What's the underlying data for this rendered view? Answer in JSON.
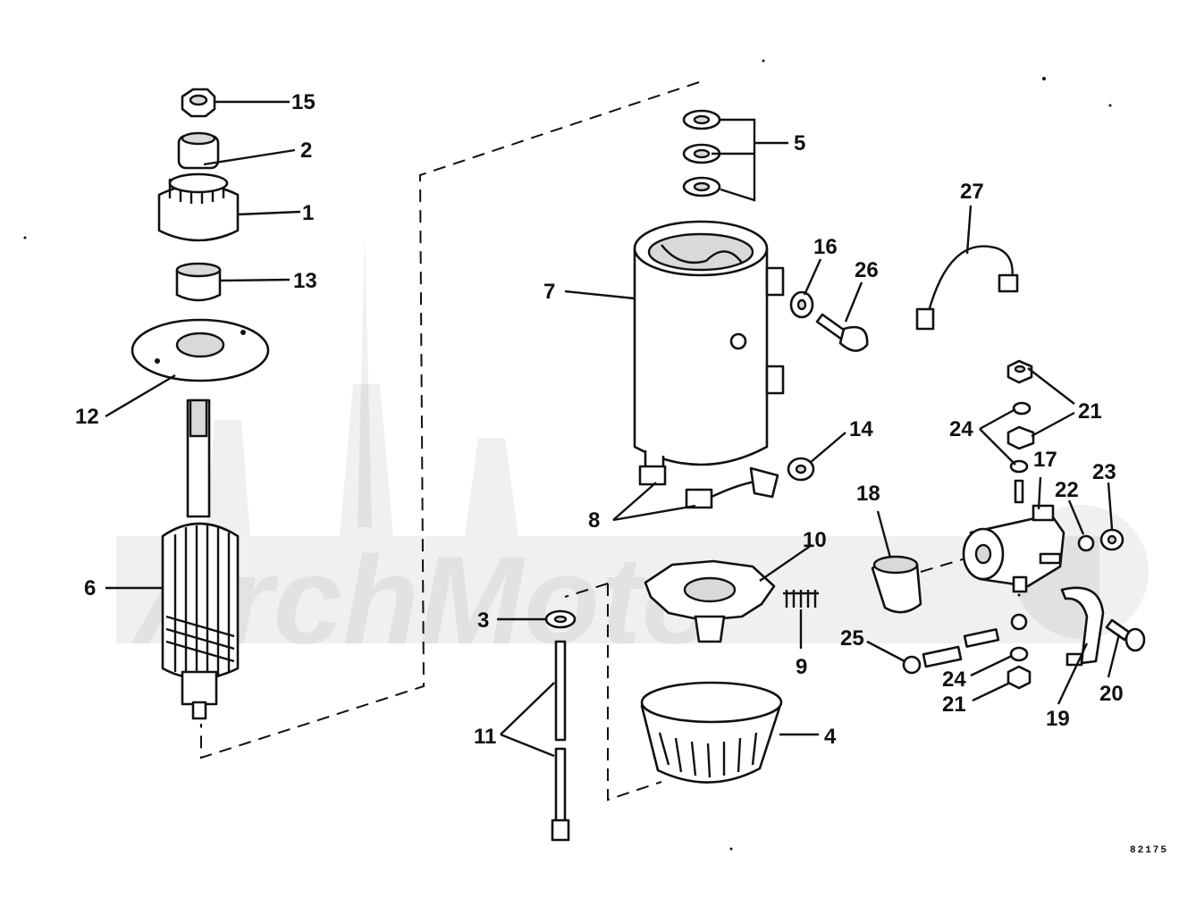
{
  "diagram": {
    "drawing_code": "82175",
    "watermark": "ArchMoto",
    "labels": {
      "l15": "15",
      "l2": "2",
      "l1": "1",
      "l13": "13",
      "l12": "12",
      "l6": "6",
      "l5": "5",
      "l7": "7",
      "l16": "16",
      "l26": "26",
      "l27": "27",
      "l14": "14",
      "l8": "8",
      "l10": "10",
      "l9": "9",
      "l3": "3",
      "l11": "11",
      "l4": "4",
      "l18": "18",
      "l17": "17",
      "l24a": "24",
      "l21a": "21",
      "l22": "22",
      "l23": "23",
      "l25": "25",
      "l24b": "24",
      "l21b": "21",
      "l19": "19",
      "l20": "20"
    }
  }
}
